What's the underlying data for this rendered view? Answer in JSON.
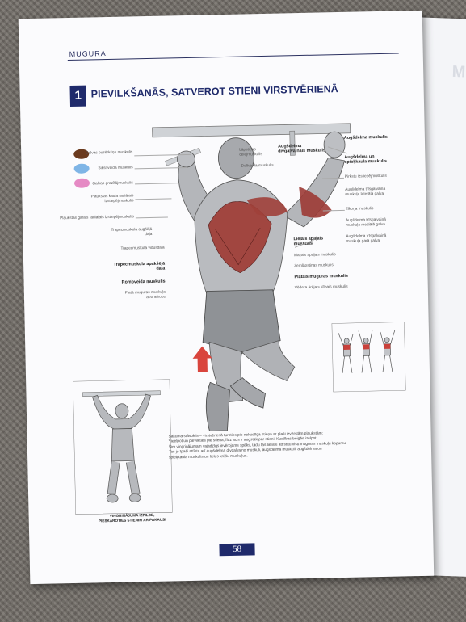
{
  "running_head": "MUGURA",
  "next_page_heading": "MUGURA",
  "exercise": {
    "number": "1",
    "title": "PIEVILKŠANĀS, SATVEROT STIENI VIRSTVĒRIENĀ"
  },
  "legend_colors": [
    "#6a3a1e",
    "#7fb5e6",
    "#e58ac4"
  ],
  "labels_left": [
    "Galvas pusērkšņu muskulis",
    "Siksnveida muskulis",
    "Galvas grozītājmuskulis",
    "Plaukstas kaula radiālais izstiepējmuskulis",
    "Plaukstas garais radiālais izstiepējmuskulis",
    "Trapecmuskula augšējā daļa",
    "Trapecmuskula vidusdaļa",
    "Trapecmuskula apakšējā daļa",
    "Rombveida muskulis",
    "Platā muguras muskuļa aponeiroze"
  ],
  "labels_center": [
    "Lāpstiņas celējmuskulis",
    "Deltveida muskulis"
  ],
  "labels_right": [
    "Augšdelma divgalvainais muskulis",
    "Augšdelma muskulis",
    "Augšdelma un spieķkaula muskulis",
    "Pirkstu izstiepējmuskulis",
    "Augšdelma trīsgalvainā muskuļa laterālā galva",
    "Elkoņa muskulis",
    "Augšdelma trīsgalvainā muskuļa mediālā galva",
    "Augšdelma trīsgalvainā muskuļa garā galva",
    "Lielais apaļais muskulis",
    "Mazais apaļais muskulis",
    "Zemlāpstiņas muskulis",
    "Platais muguras muskulis",
    "Vēdera ārējais slīpais muskulis"
  ],
  "body_text": [
    "Sākuma stāvoklis – virstvērienā turoties pie nekustīga stieņa ar plaši izvērstām plaukstām:",
    "* ieelpot un pievilkties pie stieņa, līdz acis ir augstāk par stieni. Kustības beigās izelpot.",
    "Šim vingrinājumam vajadzīgs ievērojams spēks, tādu tas lieliski attīstītu visu muguras muskuļu kopumu.",
    "Tas jo īpaši attīsta arī augšdelma divgalvaino muskuli, augšdelma muskuli, augšdelma un",
    "spieķkaula muskulis un lielos krūšu muskuļus."
  ],
  "caption": [
    "VINGRINĀJUMA IZPILDE,",
    "PIESKAROTIES STIENIM AR PAKAUSI"
  ],
  "page_number": "58"
}
